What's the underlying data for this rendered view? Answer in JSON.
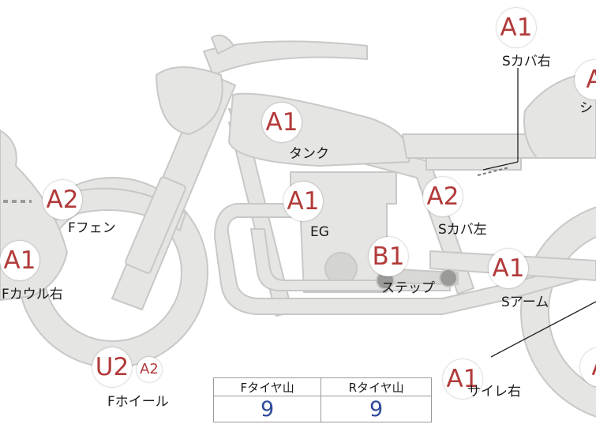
{
  "diagram": {
    "colors": {
      "part_fill": "#e5e5e3",
      "part_stroke": "#c8c8c6",
      "badge_text": "#b23a3a",
      "value_text": "#2e4a9a",
      "leader_line": "#222222"
    },
    "parts": [
      {
        "id": "scover-right",
        "grade": "A1",
        "label": "Sカバ右"
      },
      {
        "id": "seat",
        "grade": "A",
        "label": "シ"
      },
      {
        "id": "tank",
        "grade": "A1",
        "label": "タンク"
      },
      {
        "id": "front-fender",
        "grade": "A2",
        "label": "Fフェン"
      },
      {
        "id": "engine",
        "grade": "A1",
        "label": "EG"
      },
      {
        "id": "scover-left",
        "grade": "A2",
        "label": "Sカバ左"
      },
      {
        "id": "front-cowl-right",
        "grade": "A1",
        "label": "Fカウル右"
      },
      {
        "id": "step",
        "grade": "B1",
        "label": "ステップ"
      },
      {
        "id": "swing-arm",
        "grade": "A1",
        "label": "Sアーム"
      },
      {
        "id": "front-wheel",
        "grade": "U2",
        "grade2": "A2",
        "label": "Fホイール"
      },
      {
        "id": "silencer-right",
        "grade": "A1",
        "label": "サイレ右"
      },
      {
        "id": "rear-edge",
        "grade": "A"
      }
    ],
    "tire_table": {
      "front_header": "Fタイヤ山",
      "rear_header": "Rタイヤ山",
      "front_value": "9",
      "rear_value": "9"
    }
  }
}
